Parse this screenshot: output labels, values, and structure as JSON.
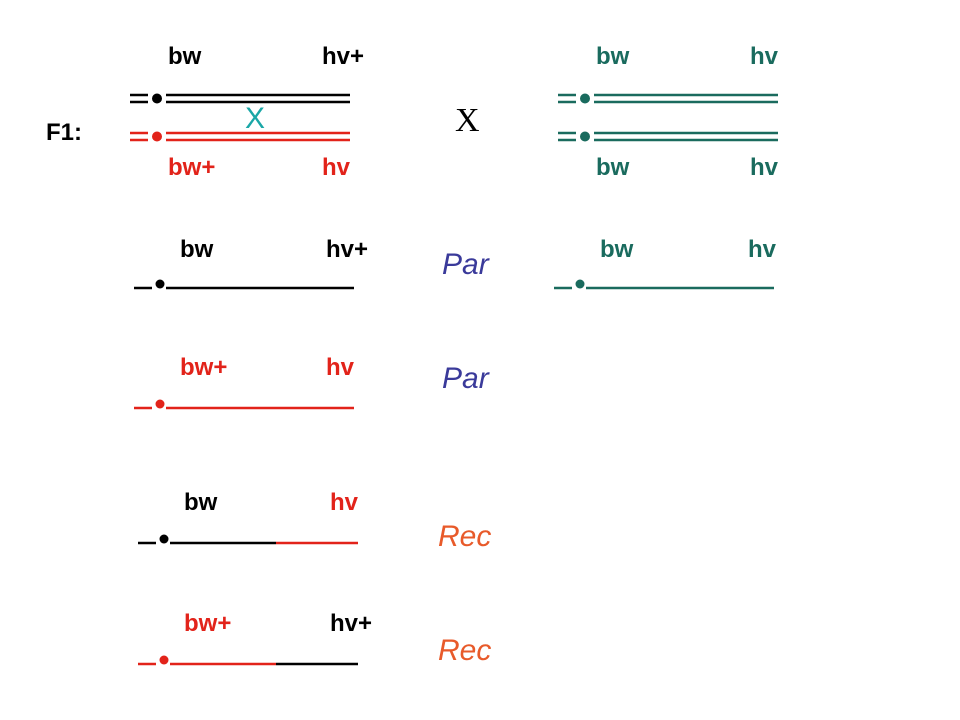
{
  "colors": {
    "black": "#000000",
    "red": "#e2231a",
    "teal": "#1a6b5e",
    "cyan": "#1aa7a7",
    "blue": "#3a3a9a",
    "orange": "#e85a2a"
  },
  "f1_label": "F1:",
  "cross_symbol": "X",
  "crossover_mark": "X",
  "parent_left": {
    "top_bw": "bw",
    "top_hv": "hv+",
    "bottom_bw": "bw+",
    "bottom_hv": "hv"
  },
  "parent_right": {
    "top_bw": "bw",
    "top_hv": "hv",
    "bottom_bw": "bw",
    "bottom_hv": "hv"
  },
  "gametes": [
    {
      "bw": "bw",
      "hv": "hv+",
      "type": "Par"
    },
    {
      "bw": "bw+",
      "hv": "hv",
      "type": "Par"
    },
    {
      "bw": "bw",
      "hv": "hv",
      "type": "Rec"
    },
    {
      "bw": "bw+",
      "hv": "hv+",
      "type": "Rec"
    }
  ],
  "right_gamete": {
    "bw": "bw",
    "hv": "hv"
  }
}
